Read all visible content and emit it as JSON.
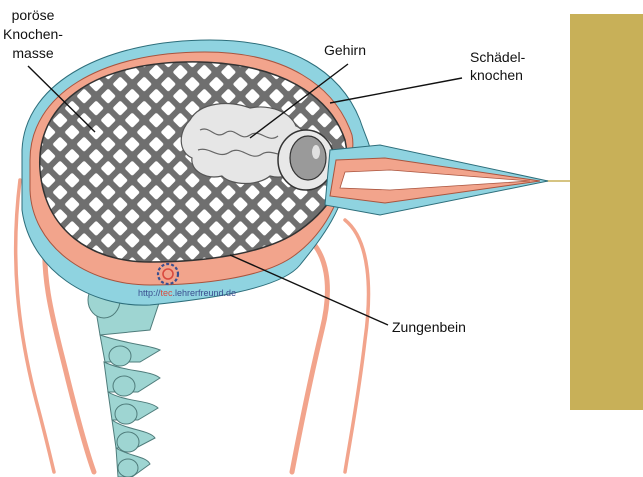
{
  "labels": {
    "porous_bone": [
      "poröse",
      "Knochen-",
      "masse"
    ],
    "brain": "Gehirn",
    "skull_bone": [
      "Schädel-",
      "knochen"
    ],
    "hyoid_bone": "Zungenbein"
  },
  "watermark": {
    "prefix": "http://",
    "highlight": "tec",
    "suffix": ".lehrerfreund.de"
  },
  "colors": {
    "skull_blue": "#8fd3e0",
    "salmon": "#f2a48c",
    "mesh_gray": "#6f6f6f",
    "tree_trunk": "#c8b058",
    "vertebra": "#9ed5d2",
    "brain_gray": "#e6e6e6"
  },
  "icons": [
    "gear-logo-icon"
  ]
}
